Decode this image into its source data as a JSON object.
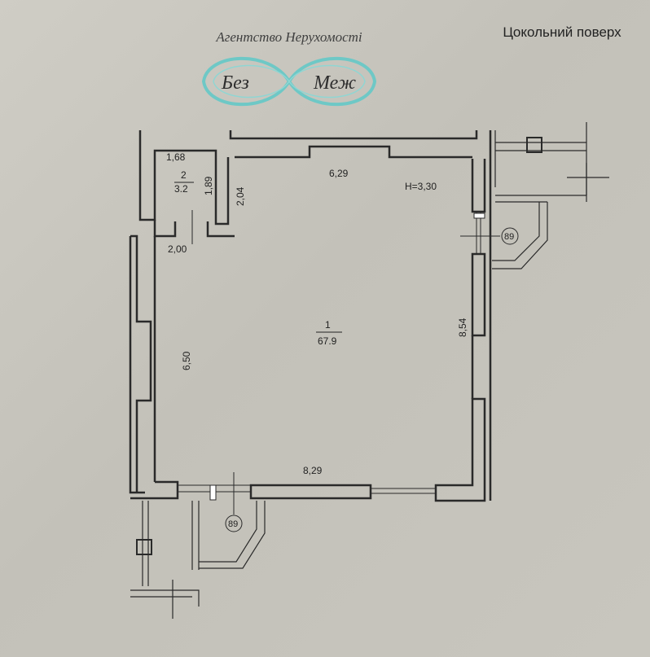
{
  "header": {
    "agency": "Агентство Нерухомості",
    "floor": "Цокольний поверх"
  },
  "logo": {
    "left_word": "Без",
    "right_word": "Меж",
    "color": "#6ec8c6"
  },
  "rooms": [
    {
      "number": "1",
      "area": "67.9"
    },
    {
      "number": "2",
      "area": "3.2"
    }
  ],
  "dimensions": {
    "top_wall": "6,29",
    "height": "H=3,30",
    "right_wall": "8,54",
    "left_wall": "6,50",
    "bottom_wall": "8,29",
    "closet_top": "1,68",
    "closet_right": "1,89",
    "closet_bottom": "2,00",
    "inner_wall": "2,04"
  },
  "markers": {
    "right": "89",
    "bottom": "89"
  },
  "colors": {
    "wall": "#2a2a2a",
    "background": "#c7c5bd"
  }
}
